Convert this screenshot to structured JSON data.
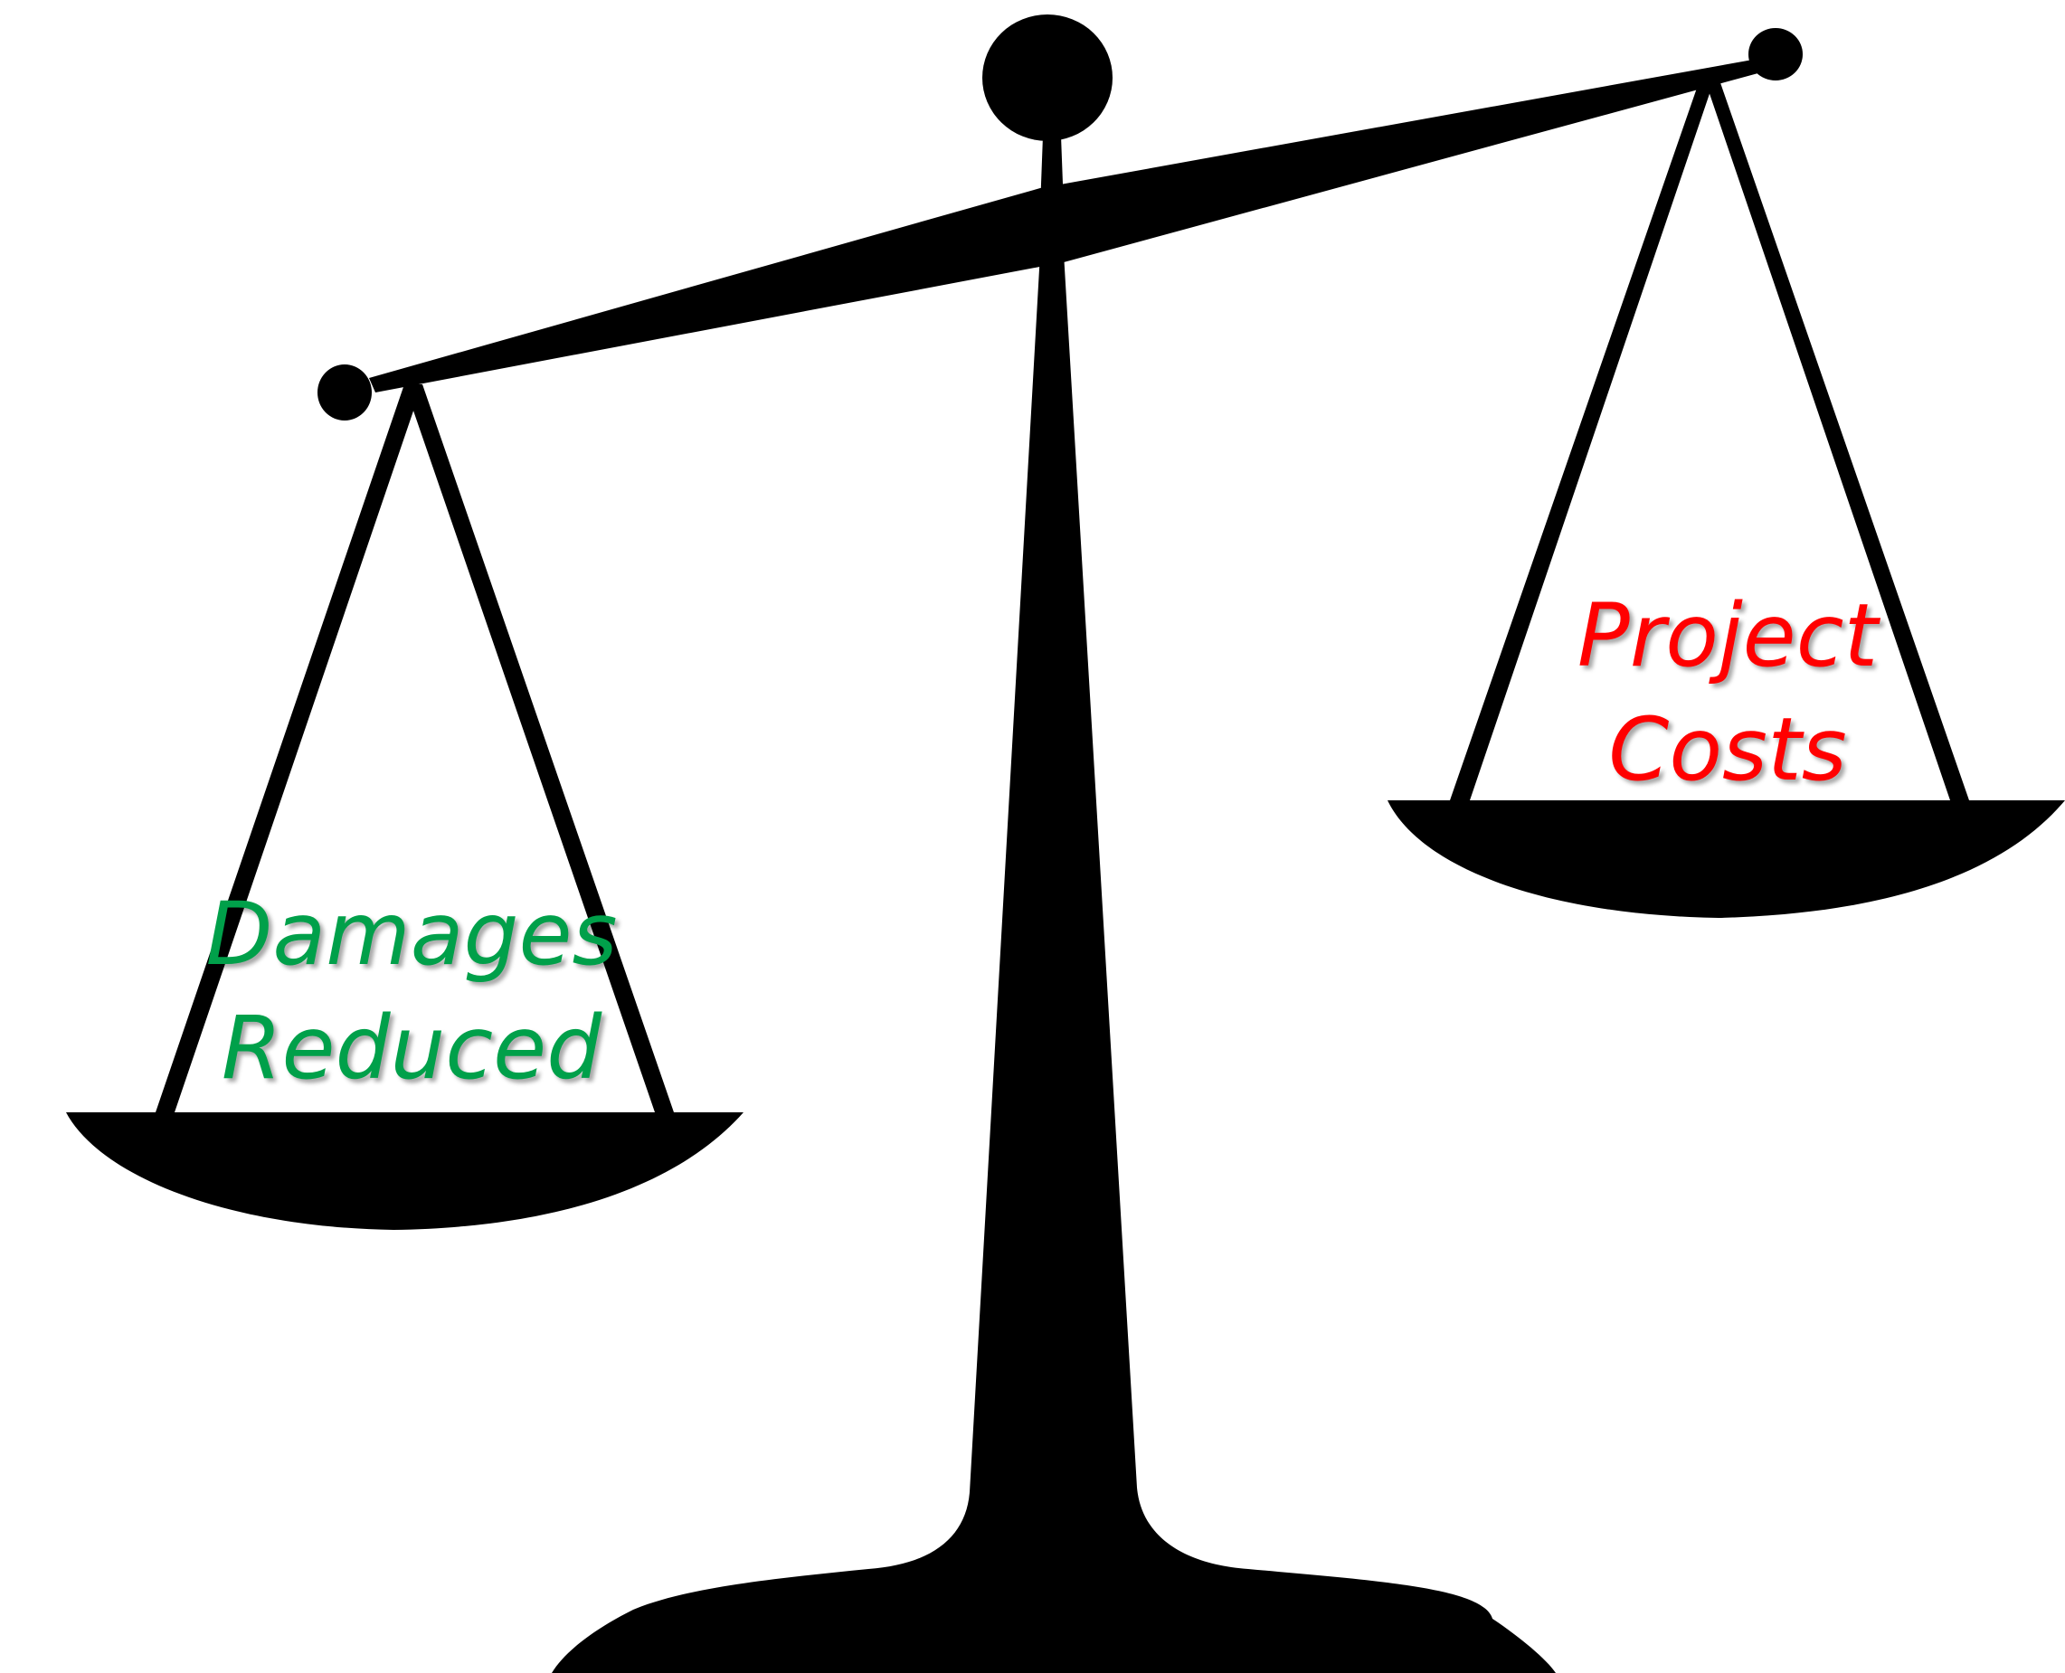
{
  "left_pan": {
    "line1": "Damages",
    "line2": "Reduced",
    "color": "#00a04a"
  },
  "right_pan": {
    "line1": "Project",
    "line2": "Costs",
    "color": "#ff0000"
  },
  "scale_color": "#000000"
}
